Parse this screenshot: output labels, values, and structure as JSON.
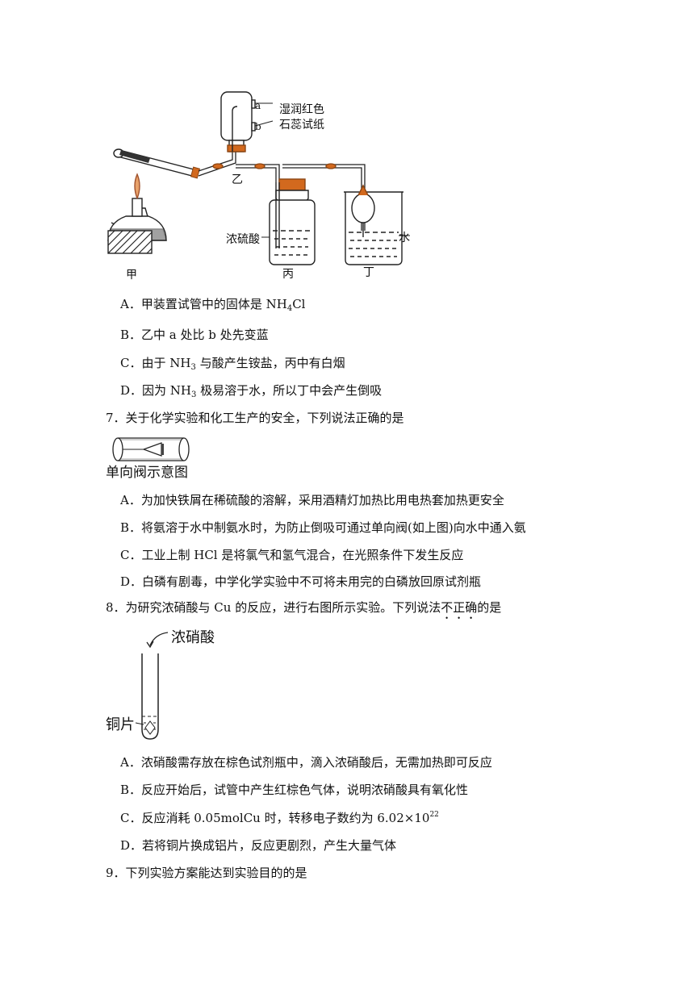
{
  "q6": {
    "apparatus_labels": {
      "paper_line1": "湿润红色",
      "paper_line2": "石蕊试纸",
      "a": "a",
      "b": "b",
      "jia": "甲",
      "yi": "乙",
      "bing": "丙",
      "ding": "丁",
      "acid": "浓硫酸",
      "water": "水"
    },
    "options": {
      "A_pre": "A．甲装置试管中的固体是 NH",
      "A_sub": "4",
      "A_post": "Cl",
      "B": "B．乙中 a 处比 b 处先变蓝",
      "C_pre": "C．由于 NH",
      "C_sub": "3",
      "C_post": " 与酸产生铵盐，丙中有白烟",
      "D_pre": "D．因为 NH",
      "D_sub": "3",
      "D_post": " 极易溶于水，所以丁中会产生倒吸"
    }
  },
  "q7": {
    "stem": "7．关于化学实验和化工生产的安全，下列说法正确的是",
    "valve_caption": "单向阀示意图",
    "options": {
      "A": "A．为加快铁屑在稀硫酸的溶解，采用酒精灯加热比用电热套加热更安全",
      "B": "B．将氨溶于水中制氨水时，为防止倒吸可通过单向阀(如上图)向水中通入氨",
      "C": "C．工业上制 HCl 是将氯气和氢气混合，在光照条件下发生反应",
      "D": "D．白磷有剧毒，中学化学实验中不可将未用完的白磷放回原试剂瓶"
    }
  },
  "q8": {
    "stem_pre": "8．为研究浓硝酸与 Cu 的反应，进行右图所示实验。下列说法",
    "stem_emph": "不正确",
    "stem_post": "的是",
    "label_acid": "浓硝酸",
    "label_copper": "铜片",
    "options": {
      "A": "A．浓硝酸需存放在棕色试剂瓶中，滴入浓硝酸后，无需加热即可反应",
      "B": "B．反应开始后，试管中产生红棕色气体，说明浓硝酸具有氧化性",
      "C_pre": "C．反应消耗 0.05molCu 时，转移电子数约为 6.02×10",
      "C_sup": "22",
      "D": "D．若将铜片换成铝片，反应更剧烈，产生大量气体"
    }
  },
  "q9": {
    "stem": "9．下列实验方案能达到实验目的的是"
  }
}
